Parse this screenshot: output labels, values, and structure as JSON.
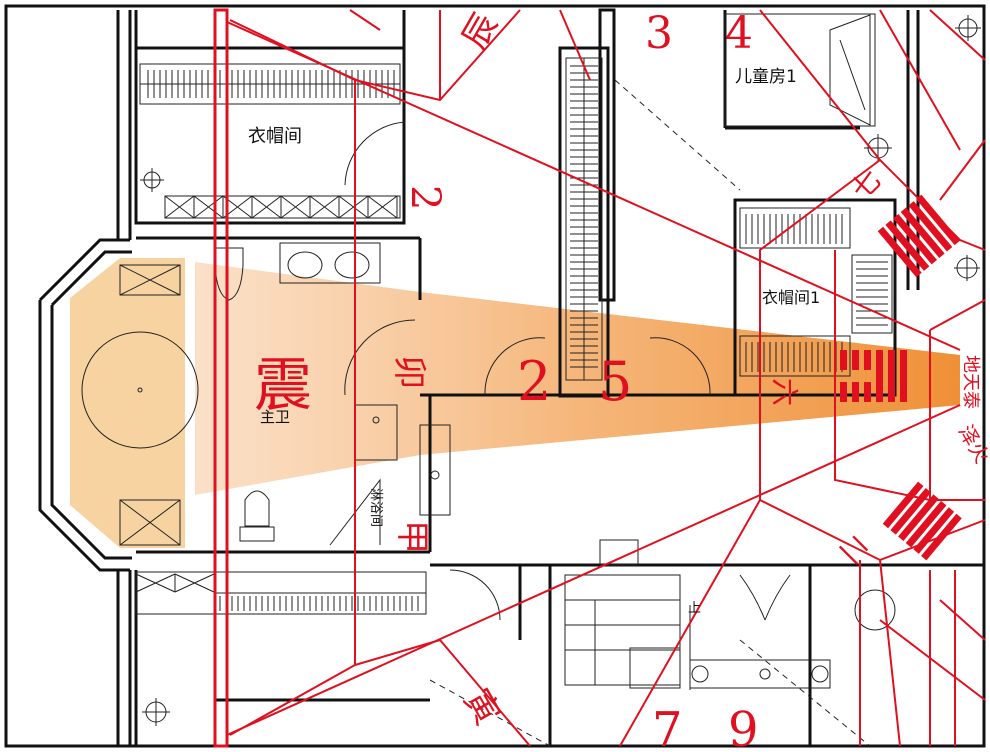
{
  "rooms": {
    "closet_top": "衣帽间",
    "closet_right": "衣帽间1",
    "kids_room": "儿童房1",
    "master_bath": "主卫",
    "shower": "淋浴间",
    "stairs_up": "上"
  },
  "trigram_labels": {
    "zhen": "震",
    "chen": "辰",
    "mao": "卯",
    "jia": "甲",
    "yin": "寅",
    "qi": "七",
    "liu": "六",
    "er": "二",
    "ditai": "地天泰",
    "zehuo": "泽火"
  },
  "numbers": {
    "n3": "3",
    "n4": "4",
    "n2a": "2",
    "n2b": "2",
    "n5": "5",
    "n7": "7",
    "n9": "9"
  },
  "colors": {
    "red": "#e01020",
    "highlight": "#f5a14a",
    "wall": "#111111"
  }
}
